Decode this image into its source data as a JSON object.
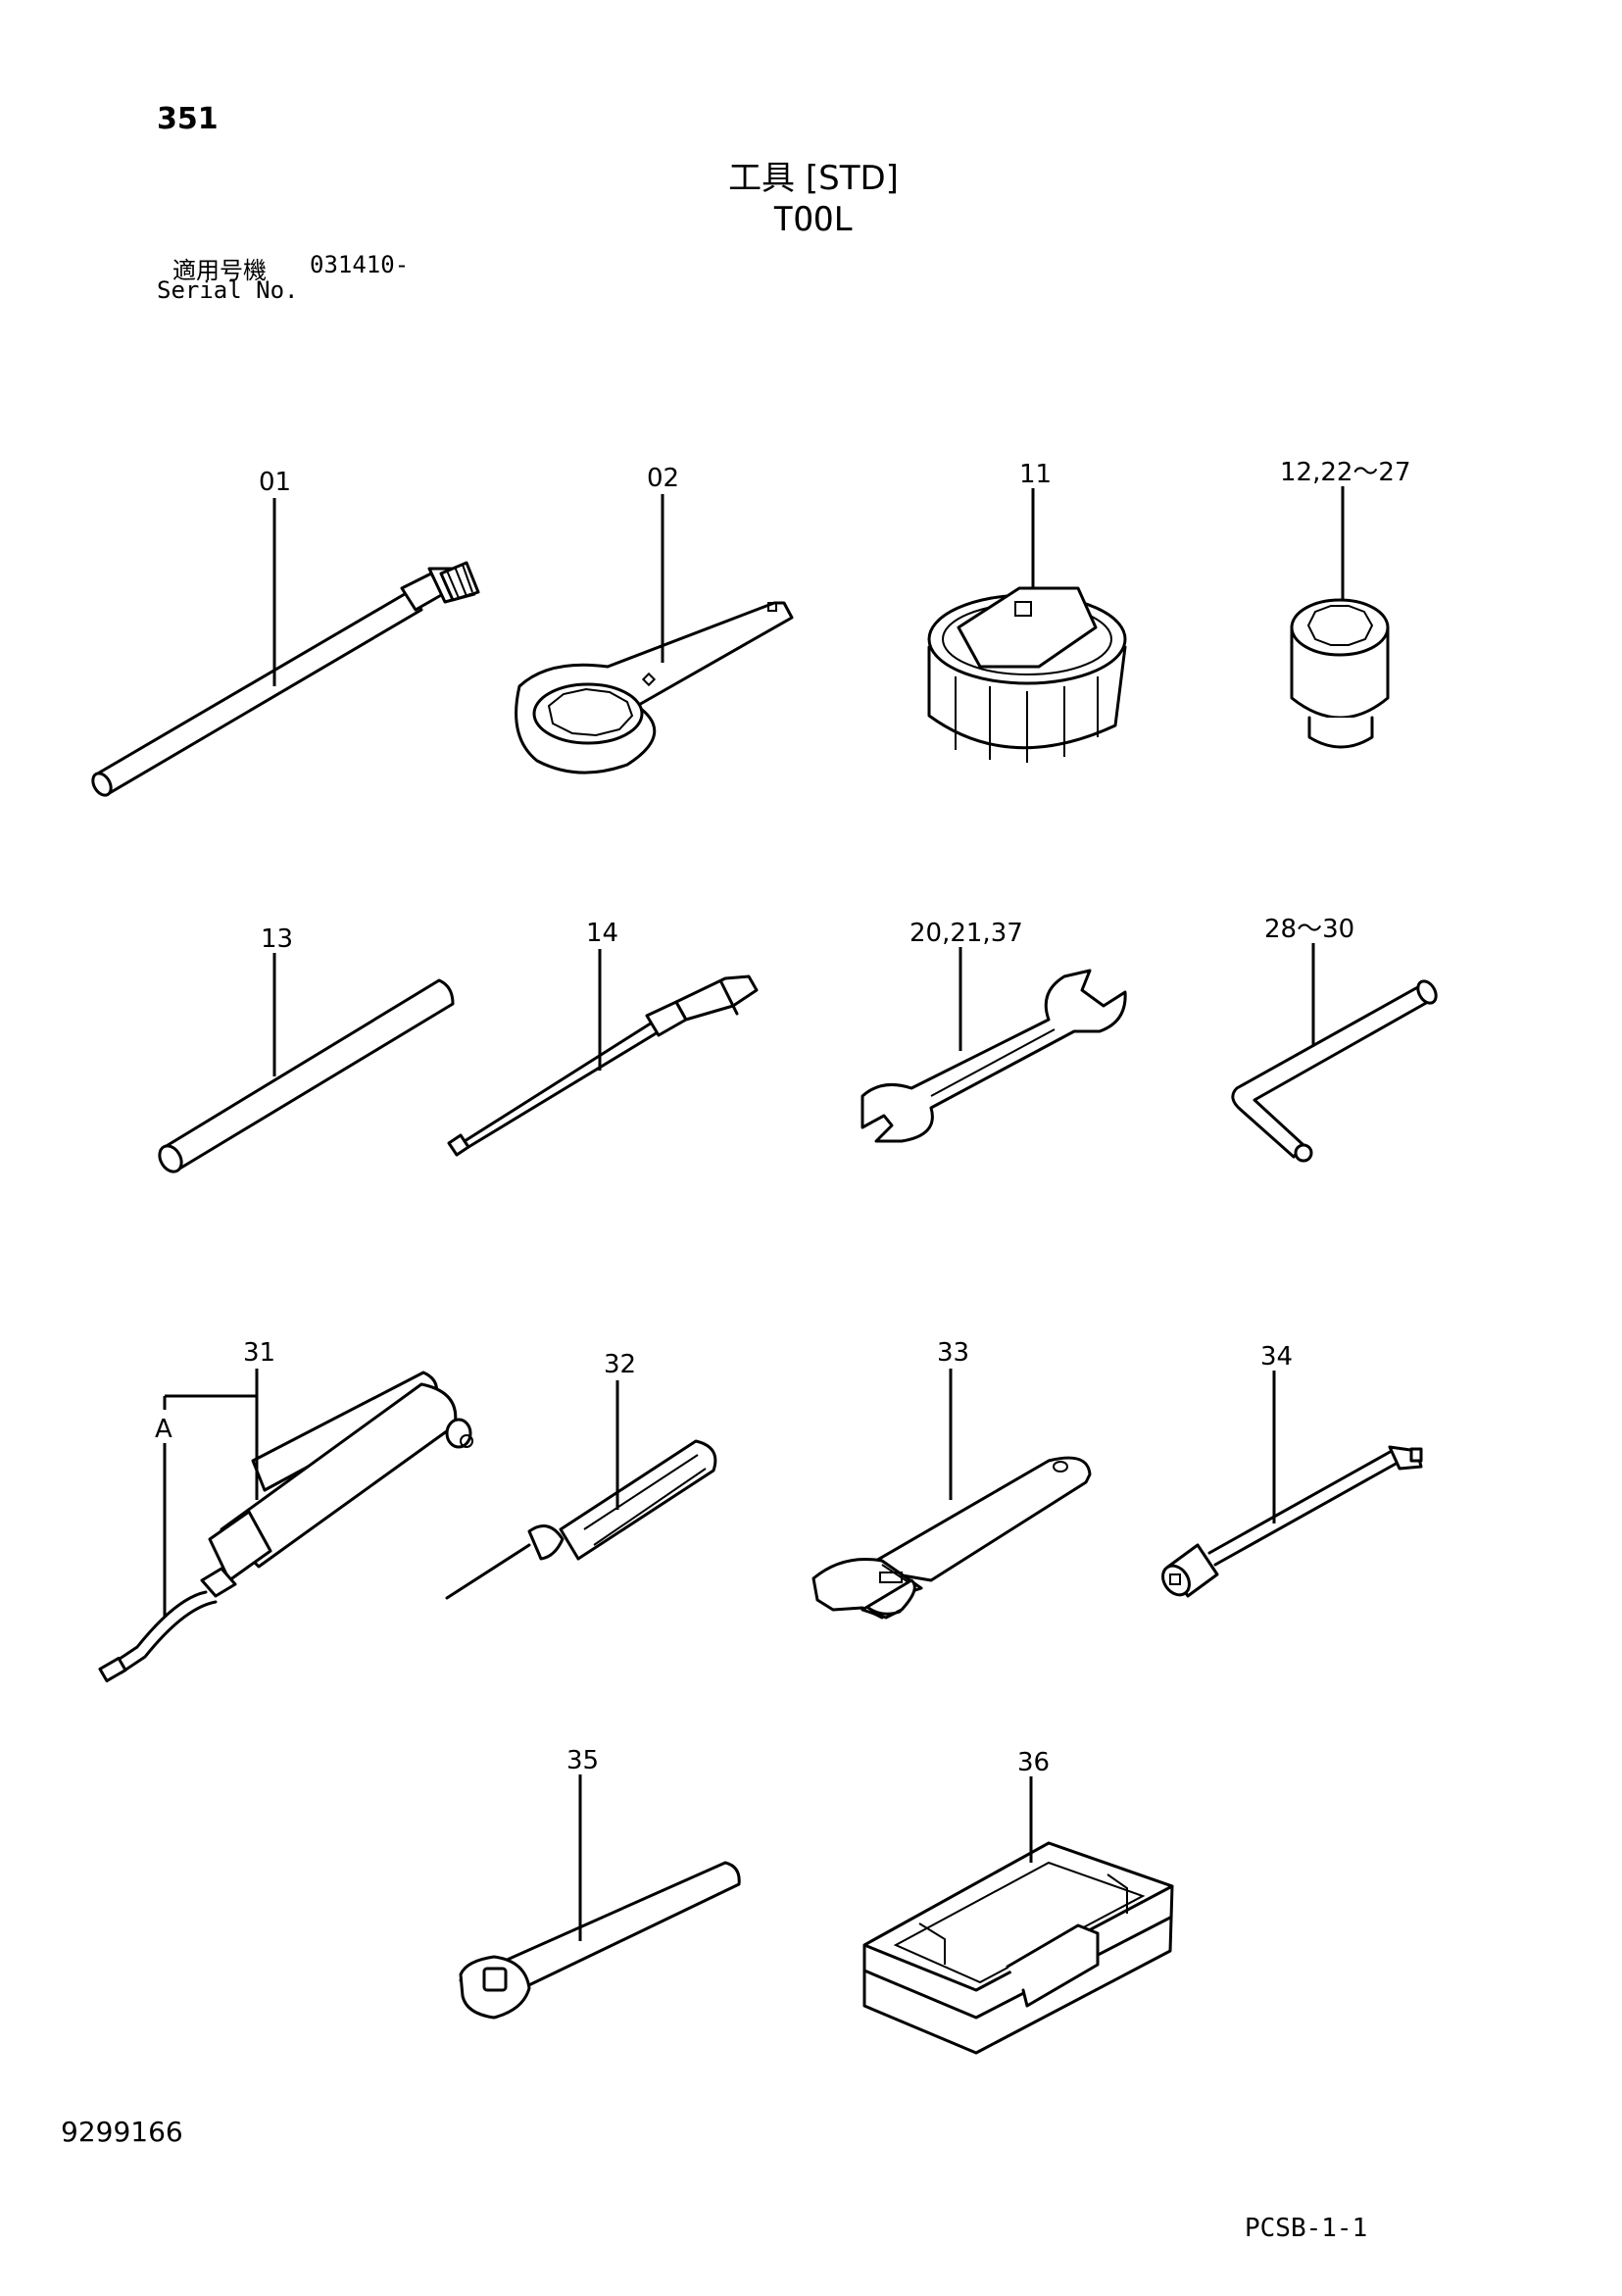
{
  "header": {
    "page_number": "351",
    "title_jp": "工具 [STD]",
    "title_en": "TOOL",
    "serial_label_jp": "適用号機",
    "serial_value": "031410-",
    "serial_label_en": "Serial No."
  },
  "footer": {
    "doc_number": "9299166",
    "page_code": "PCSB-1-1"
  },
  "parts": [
    {
      "ref": "01",
      "icon": "extension-bar-icon"
    },
    {
      "ref": "02",
      "icon": "ring-spanner-icon"
    },
    {
      "ref": "11",
      "icon": "filter-wrench-icon"
    },
    {
      "ref": "12,22～27",
      "icon": "socket-icon"
    },
    {
      "ref": "13",
      "icon": "pipe-icon"
    },
    {
      "ref": "14",
      "icon": "socket-driver-icon"
    },
    {
      "ref": "20,21,37",
      "icon": "double-open-wrench-icon"
    },
    {
      "ref": "28～30",
      "icon": "hex-key-icon"
    },
    {
      "ref": "31",
      "icon": "grease-gun-icon"
    },
    {
      "ref": "A",
      "icon": "callout-letter"
    },
    {
      "ref": "32",
      "icon": "screwdriver-icon"
    },
    {
      "ref": "33",
      "icon": "adjustable-wrench-icon"
    },
    {
      "ref": "34",
      "icon": "extension-socket-icon"
    },
    {
      "ref": "35",
      "icon": "ratchet-handle-icon"
    },
    {
      "ref": "36",
      "icon": "tool-box-icon"
    }
  ]
}
